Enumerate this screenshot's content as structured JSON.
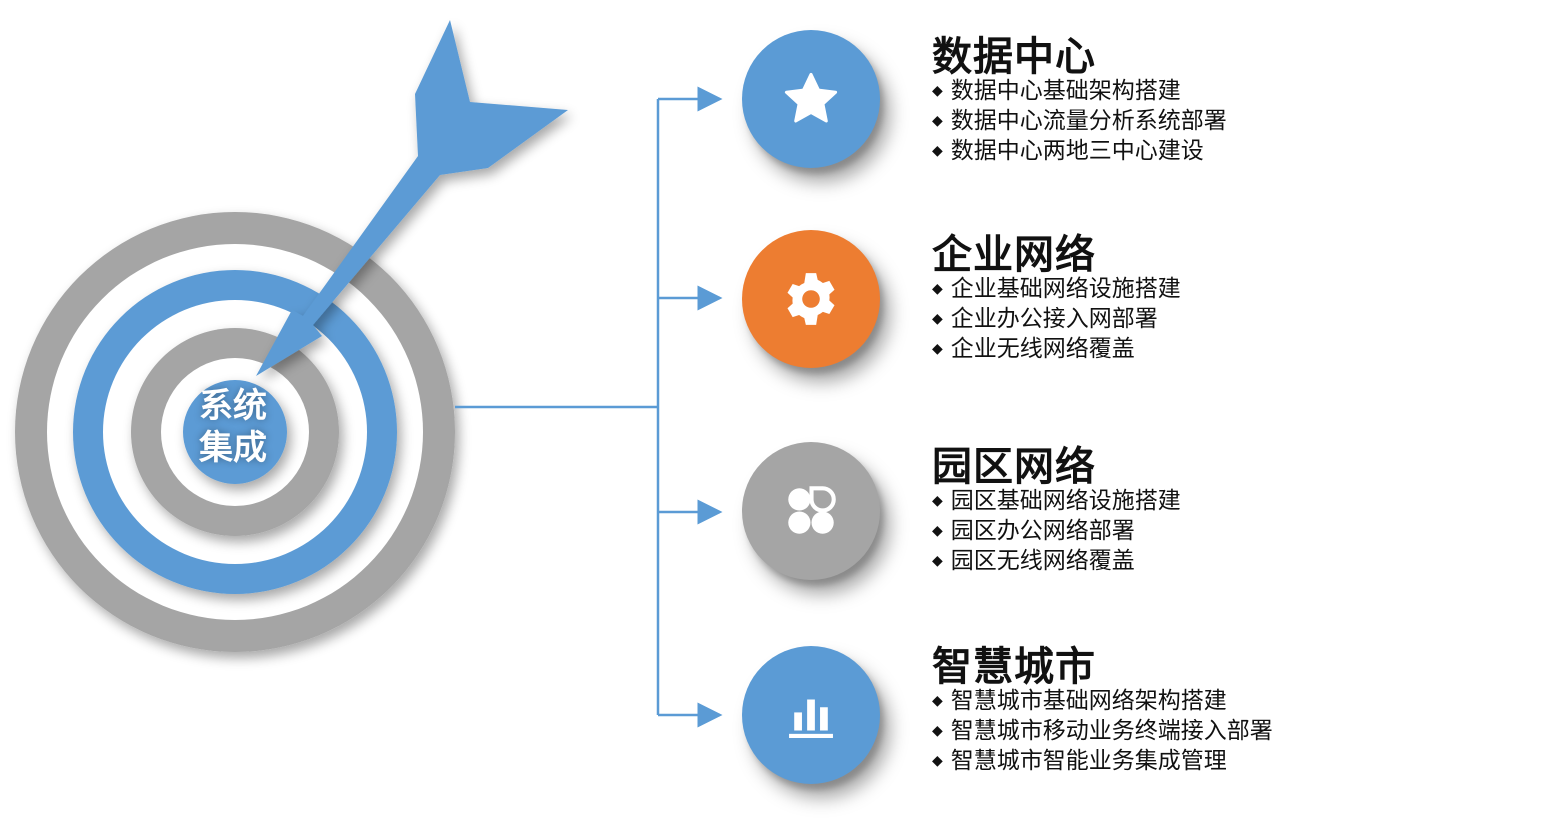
{
  "center": {
    "line1": "系统",
    "line2": "集成"
  },
  "colors": {
    "blue": "#5b9bd5",
    "orange": "#ed7d31",
    "gray": "#a5a5a5"
  },
  "sections": [
    {
      "title": "数据中心",
      "icon": "star-icon",
      "color": "#5b9bd5",
      "items": [
        "数据中心基础架构搭建",
        "数据中心流量分析系统部署",
        "数据中心两地三中心建设"
      ]
    },
    {
      "title": "企业网络",
      "icon": "gear-icon",
      "color": "#ed7d31",
      "items": [
        "企业基础网络设施搭建",
        "企业办公接入网部署",
        "企业无线网络覆盖"
      ]
    },
    {
      "title": "园区网络",
      "icon": "clover-icon",
      "color": "#a5a5a5",
      "items": [
        "园区基础网络设施搭建",
        "园区办公网络部署",
        "园区无线网络覆盖"
      ]
    },
    {
      "title": "智慧城市",
      "icon": "bar-chart-icon",
      "color": "#5b9bd5",
      "items": [
        "智慧城市基础网络架构搭建",
        "智慧城市移动业务终端接入部署",
        "智慧城市智能业务集成管理"
      ]
    }
  ]
}
